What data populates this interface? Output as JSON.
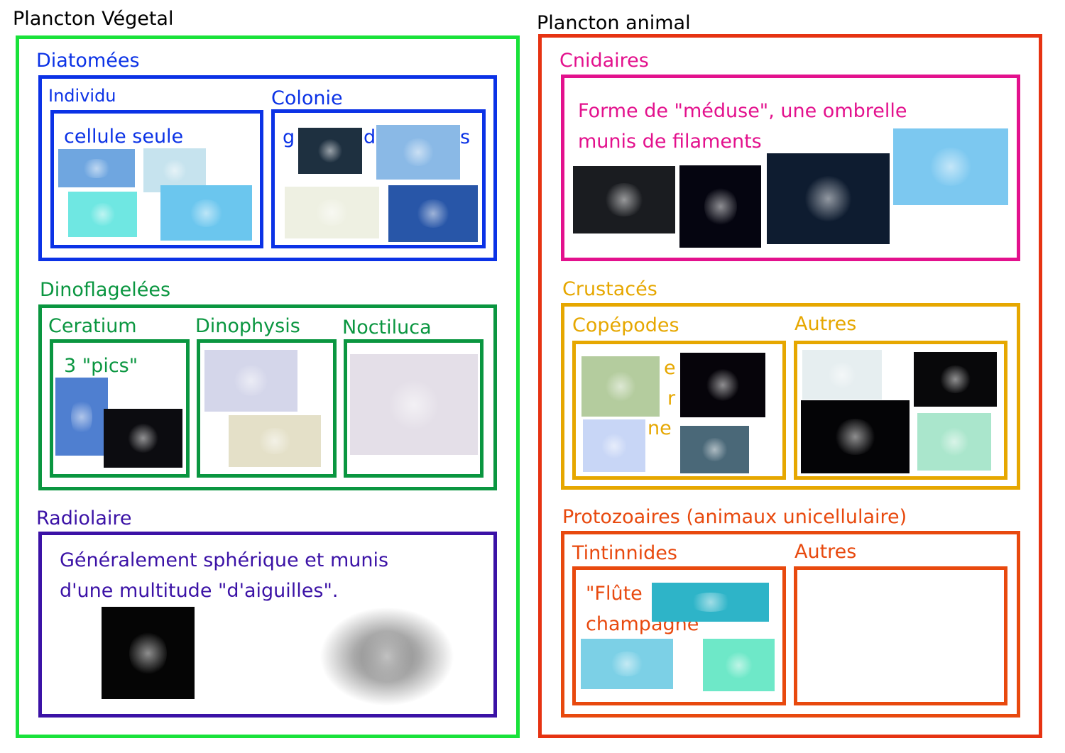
{
  "vegetal": {
    "title": "Plancton Végetal",
    "diatomees": {
      "title": "Diatomées",
      "individu": "Individu",
      "individu_text": "cellule seule",
      "colonie": "Colonie",
      "colonie_fragments": [
        "g",
        "d",
        "s"
      ]
    },
    "dinoflagelees": {
      "title": "Dinoflagelées",
      "ceratium": "Ceratium",
      "ceratium_text": "3 \"pics\"",
      "dinophysis": "Dinophysis",
      "noctiluca": "Noctiluca"
    },
    "radiolaire": {
      "title": "Radiolaire",
      "line1": "Généralement sphérique et munis",
      "line2": "d'une multitude \"d'aiguilles\"."
    }
  },
  "animal": {
    "title": "Plancton animal",
    "cnidaires": {
      "title": "Cnidaires",
      "line1": "Forme de \"méduse\", une ombrelle",
      "line2": "munis de filaments"
    },
    "crustaces": {
      "title": "Crustacés",
      "copepodes": "Copépodes",
      "copepodes_fragments": [
        "e",
        "r",
        "ne"
      ],
      "autres": "Autres"
    },
    "protozoaires": {
      "title": "Protozoaires (animaux unicellulaire)",
      "tintinnides": "Tintinnides",
      "tintinnides_line1": "\"Flûte",
      "tintinnides_line2": "champagne\"",
      "autres": "Autres"
    }
  },
  "colors": {
    "vegetal": "#19e23a",
    "animal": "#e63312",
    "diatomees": "#0b32e6",
    "dino": "#0a9640",
    "radio": "#3b12a6",
    "cnid": "#e3118d",
    "crust": "#e6a700",
    "proto": "#e8490e"
  }
}
